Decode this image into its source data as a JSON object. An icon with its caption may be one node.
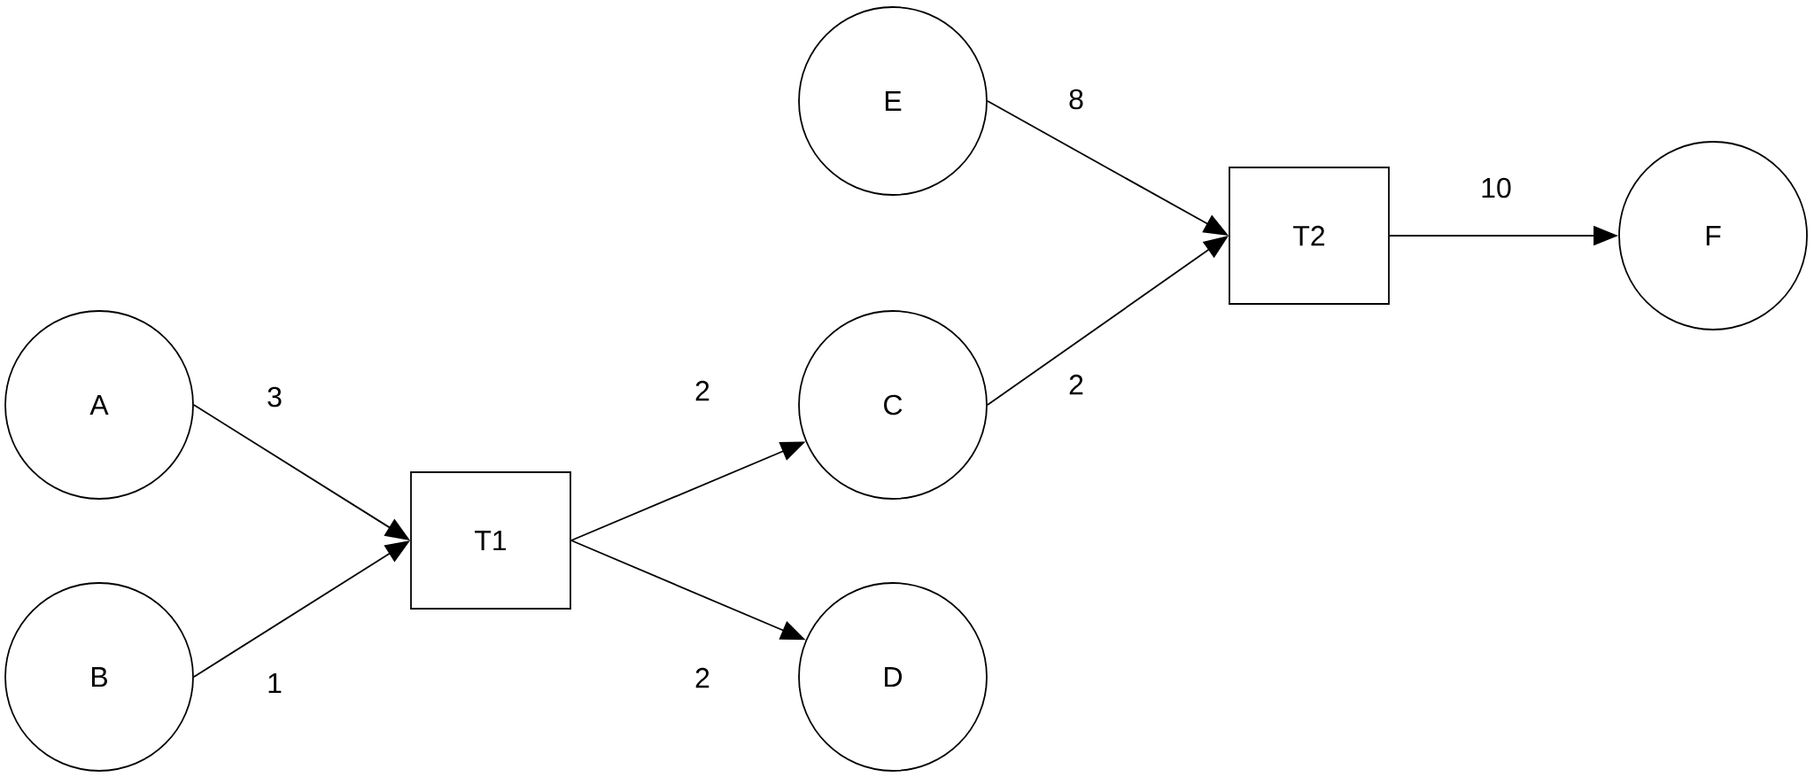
{
  "diagram": {
    "nodes": [
      {
        "text": [
          "A"
        ]
      },
      {
        "text": [
          "B"
        ]
      },
      {
        "text": [
          "T1"
        ]
      },
      {
        "text": [
          "C"
        ]
      },
      {
        "text": [
          "D"
        ]
      },
      {
        "text": [
          "E"
        ]
      },
      {
        "text": [
          "T2"
        ]
      },
      {
        "text": [
          "F"
        ]
      }
    ],
    "edges": [
      {
        "from": 0,
        "to": 2,
        "arrow": "to",
        "label": "3"
      },
      {
        "from": 1,
        "to": 2,
        "arrow": "to",
        "label": "1"
      },
      {
        "from": 2,
        "to": 3,
        "arrow": "to",
        "label": "2"
      },
      {
        "from": 2,
        "to": 4,
        "arrow": "to",
        "label": "2"
      },
      {
        "from": 5,
        "to": 6,
        "arrow": "to",
        "label": "8"
      },
      {
        "from": 3,
        "to": 6,
        "arrow": "to",
        "label": "2"
      },
      {
        "from": 6,
        "to": 7,
        "arrow": "to",
        "label": "10"
      }
    ]
  }
}
